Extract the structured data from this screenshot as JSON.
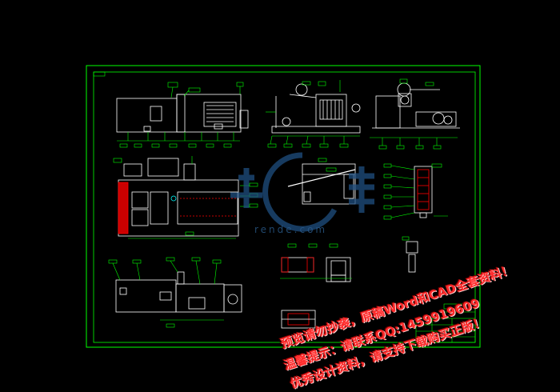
{
  "drawing": {
    "background": "#000000",
    "line_color": "#00ff00",
    "accent_color": "#ff0000",
    "white_color": "#ffffff"
  },
  "watermark_logo": {
    "text": "rende.com",
    "color": "#2a5a8a"
  },
  "watermark_text": {
    "line1": "预览请勿抄袭，原稿Word和CAD全套资料！",
    "line2": "温馨提示：请联系QQ:1459919609",
    "line3": "优秀设计资料，请支持下载购买正版！",
    "color": "#ff2a2a"
  }
}
